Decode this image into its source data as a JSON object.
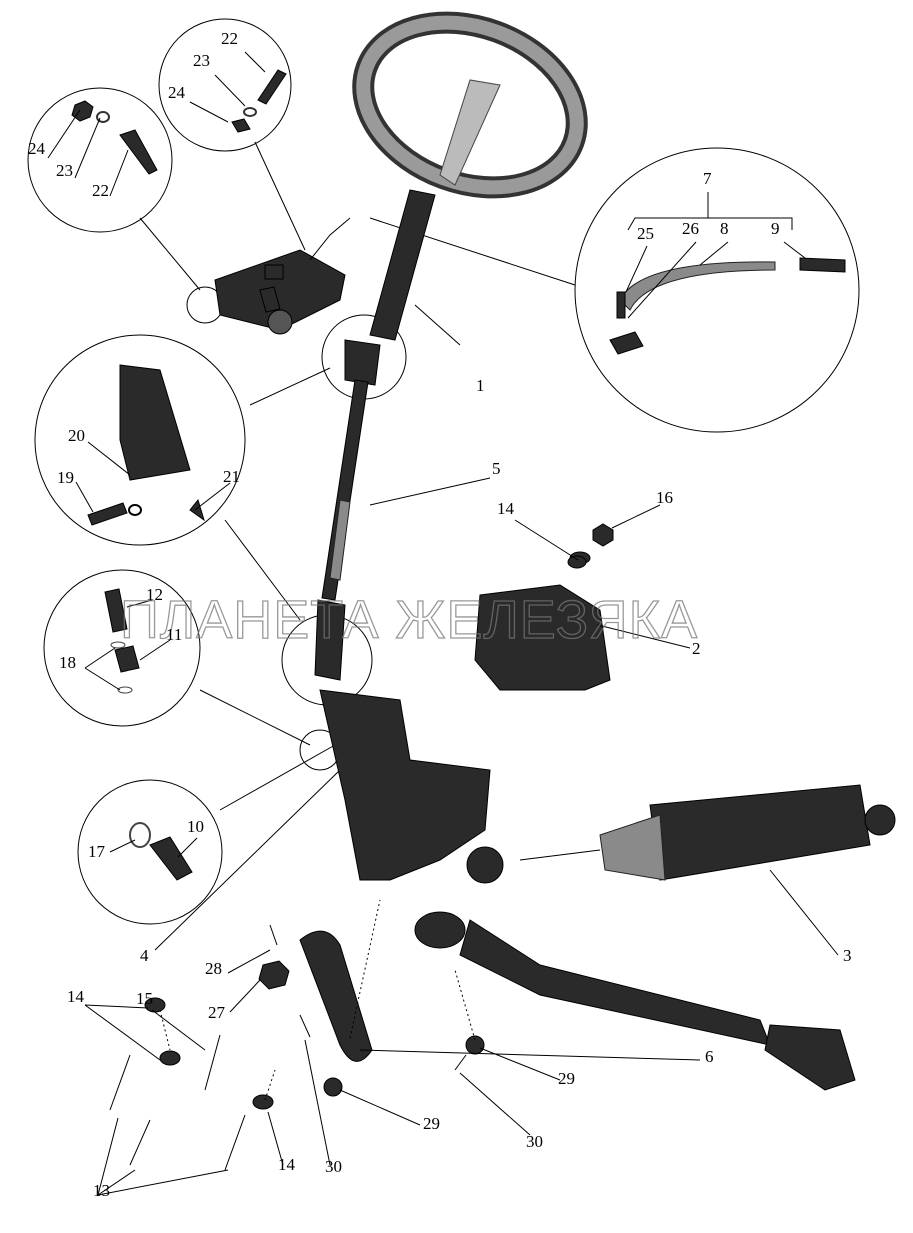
{
  "watermark": "ПЛАНЕТА ЖЕЛЕЗЯКА",
  "callouts": [
    {
      "id": "c22a",
      "text": "22"
    },
    {
      "id": "c23a",
      "text": "23"
    },
    {
      "id": "c24a",
      "text": "24"
    },
    {
      "id": "c24b",
      "text": "24"
    },
    {
      "id": "c23b",
      "text": "23"
    },
    {
      "id": "c22b",
      "text": "22"
    },
    {
      "id": "c7",
      "text": "7"
    },
    {
      "id": "c25",
      "text": "25"
    },
    {
      "id": "c26",
      "text": "26"
    },
    {
      "id": "c8",
      "text": "8"
    },
    {
      "id": "c9",
      "text": "9"
    },
    {
      "id": "c1",
      "text": "1"
    },
    {
      "id": "c20",
      "text": "20"
    },
    {
      "id": "c19",
      "text": "19"
    },
    {
      "id": "c21",
      "text": "21"
    },
    {
      "id": "c5",
      "text": "5"
    },
    {
      "id": "c14a",
      "text": "14"
    },
    {
      "id": "c16",
      "text": "16"
    },
    {
      "id": "c12",
      "text": "12"
    },
    {
      "id": "c11",
      "text": "11"
    },
    {
      "id": "c18",
      "text": "18"
    },
    {
      "id": "c2",
      "text": "2"
    },
    {
      "id": "c17",
      "text": "17"
    },
    {
      "id": "c10",
      "text": "10"
    },
    {
      "id": "c4",
      "text": "4"
    },
    {
      "id": "c3",
      "text": "3"
    },
    {
      "id": "c28",
      "text": "28"
    },
    {
      "id": "c27",
      "text": "27"
    },
    {
      "id": "c14b",
      "text": "14"
    },
    {
      "id": "c15",
      "text": "15"
    },
    {
      "id": "c6",
      "text": "6"
    },
    {
      "id": "c29a",
      "text": "29"
    },
    {
      "id": "c29b",
      "text": "29"
    },
    {
      "id": "c30a",
      "text": "30"
    },
    {
      "id": "c13",
      "text": "13"
    },
    {
      "id": "c14c",
      "text": "14"
    },
    {
      "id": "c30b",
      "text": "30"
    }
  ]
}
